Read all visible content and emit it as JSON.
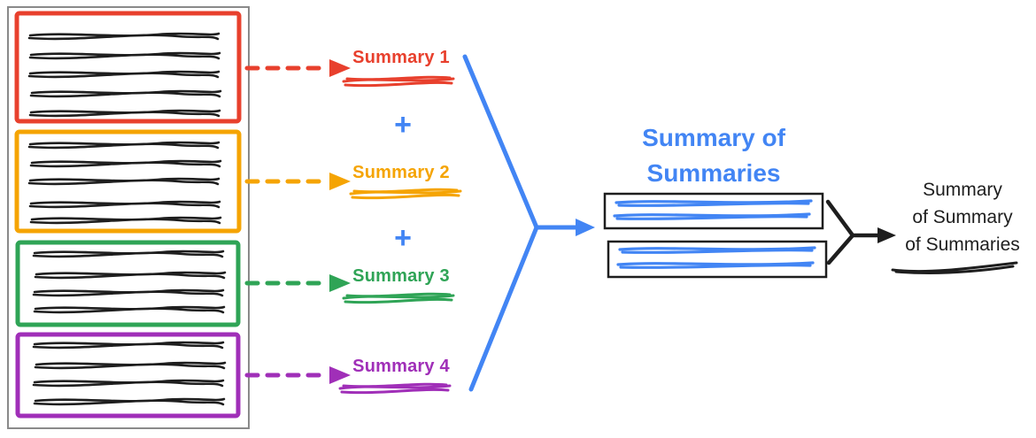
{
  "colors": {
    "red": "#E8402D",
    "yellow": "#F5A403",
    "green": "#2FA456",
    "purple": "#A02FB8",
    "blue": "#4285F4",
    "ink": "#1E1E1E",
    "frame": "#8A8A8A"
  },
  "documents": {
    "items": [
      {
        "id": "doc-1",
        "accent": "red",
        "scribble_line_count": 5
      },
      {
        "id": "doc-2",
        "accent": "yellow",
        "scribble_line_count": 5
      },
      {
        "id": "doc-3",
        "accent": "green",
        "scribble_line_count": 4
      },
      {
        "id": "doc-4",
        "accent": "purple",
        "scribble_line_count": 4
      }
    ]
  },
  "summaries": {
    "labels": [
      "Summary 1",
      "Summary 2",
      "Summary 3",
      "Summary 4"
    ],
    "plus": "+"
  },
  "merge": {
    "title": "Summary of Summaries",
    "box_count": 2
  },
  "final": {
    "lines": [
      "Summary",
      "of Summary",
      "of Summaries"
    ]
  }
}
